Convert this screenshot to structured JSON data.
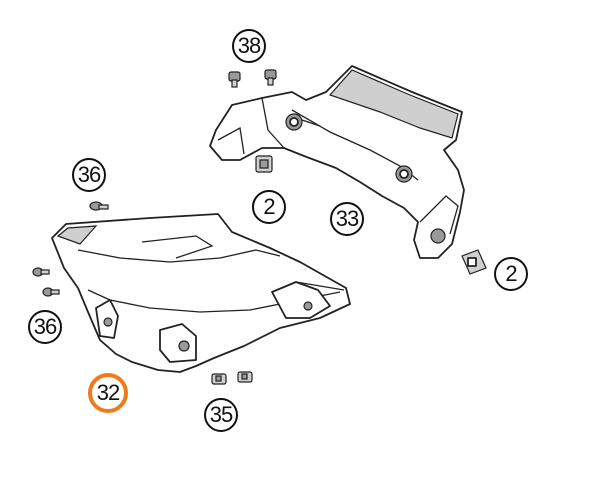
{
  "diagram": {
    "callouts": [
      {
        "id": "c38",
        "label": "38"
      },
      {
        "id": "c36a",
        "label": "36"
      },
      {
        "id": "c2a",
        "label": "2"
      },
      {
        "id": "c33",
        "label": "33"
      },
      {
        "id": "c2b",
        "label": "2"
      },
      {
        "id": "c36b",
        "label": "36"
      },
      {
        "id": "c32",
        "label": "32",
        "highlight": true
      },
      {
        "id": "c35",
        "label": "35"
      }
    ],
    "highlight_color": "#f07a1a"
  }
}
